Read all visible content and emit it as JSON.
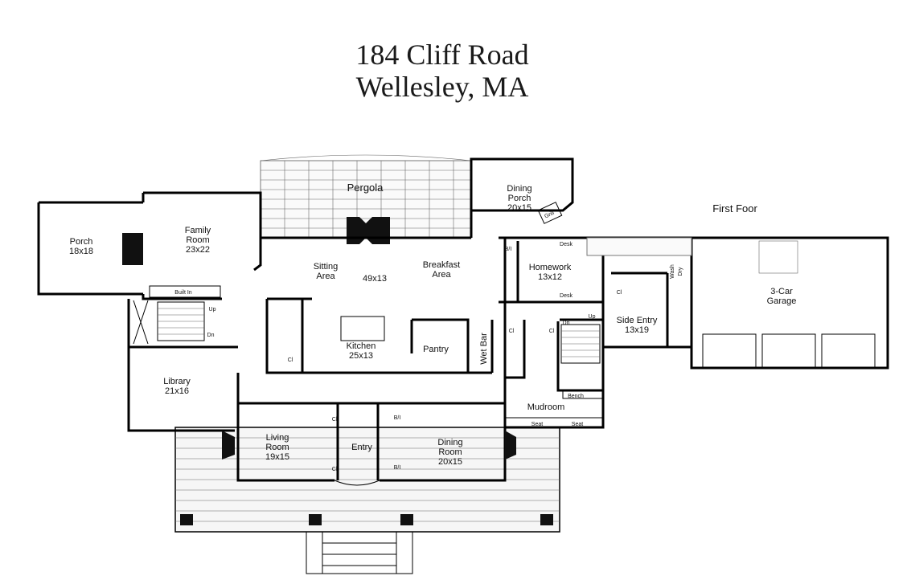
{
  "header": {
    "address_line1": "184 Cliff Road",
    "address_line2": "Wellesley, MA"
  },
  "floor_label": "First Foor",
  "rooms": {
    "porch": {
      "name": "Porch",
      "size": "18x18"
    },
    "family_room": {
      "name1": "Family",
      "name2": "Room",
      "size": "23x22"
    },
    "pergola": {
      "name": "Pergola"
    },
    "dining_porch": {
      "name1": "Dining",
      "name2": "Porch",
      "size": "20x15"
    },
    "grill": {
      "name": "Grill"
    },
    "sitting_area": {
      "name1": "Sitting",
      "name2": "Area"
    },
    "great_room_size": "49x13",
    "breakfast_area": {
      "name1": "Breakfast",
      "name2": "Area"
    },
    "homework": {
      "name": "Homework",
      "size": "13x12"
    },
    "side_entry": {
      "name": "Side Entry",
      "size": "13x19"
    },
    "garage": {
      "name1": "3-Car",
      "name2": "Garage"
    },
    "kitchen": {
      "name": "Kitchen",
      "size": "25x13"
    },
    "pantry": {
      "name": "Pantry"
    },
    "wet_bar": {
      "name": "Wet Bar"
    },
    "library": {
      "name": "Library",
      "size": "21x16"
    },
    "living_room": {
      "name1": "Living",
      "name2": "Room",
      "size": "19x15"
    },
    "entry": {
      "name": "Entry"
    },
    "dining_room": {
      "name1": "Dining",
      "name2": "Room",
      "size": "20x15"
    },
    "mudroom": {
      "name": "Mudroom"
    }
  },
  "fixtures": {
    "built_in": "Built In",
    "up": "Up",
    "dn": "Dn",
    "closet": "Cl",
    "bi": "B/I",
    "desk": "Desk",
    "bench": "Bench",
    "seat": "Seat",
    "wash": "Wash",
    "dry": "Dry"
  }
}
